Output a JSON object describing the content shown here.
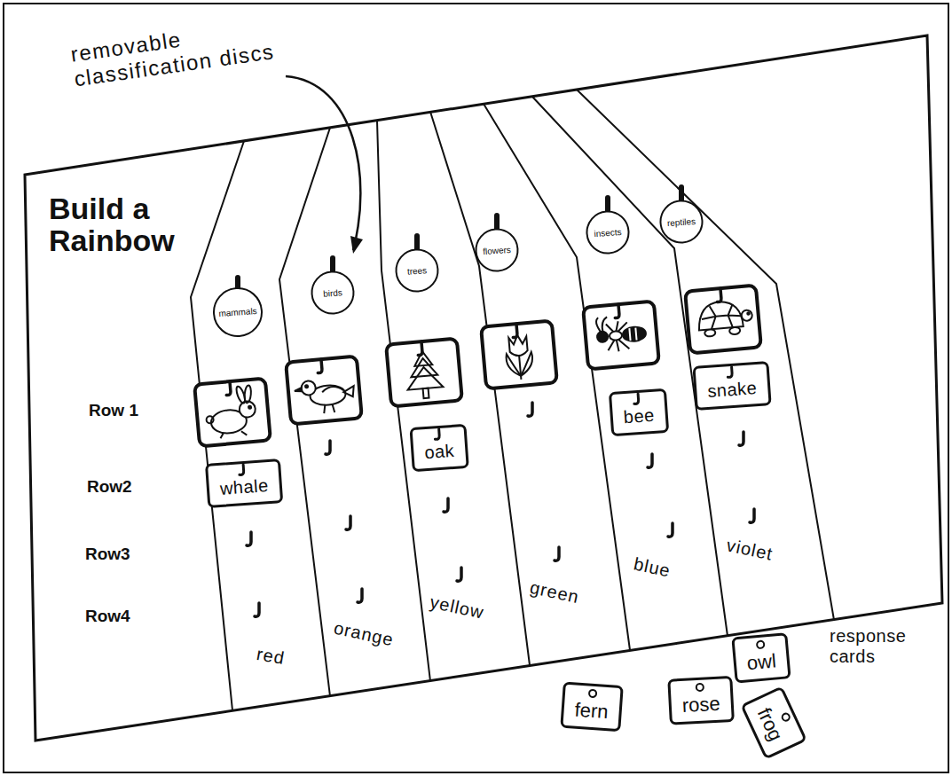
{
  "diagram": {
    "title": "Build a Rainbow",
    "nodes": [
      {
        "text": [
          "mammals"
        ]
      },
      {
        "text": [
          "birds"
        ]
      },
      {
        "text": [
          "trees"
        ]
      },
      {
        "text": [
          "flowers"
        ]
      },
      {
        "text": [
          "insects"
        ]
      },
      {
        "text": [
          "reptiles"
        ]
      },
      {
        "text": [
          "whale"
        ]
      },
      {
        "text": [
          "oak"
        ]
      },
      {
        "text": [
          "bee"
        ]
      },
      {
        "text": [
          "snake"
        ]
      },
      {
        "text": [
          "fern"
        ]
      },
      {
        "text": [
          "rose"
        ]
      },
      {
        "text": [
          "owl"
        ]
      },
      {
        "text": [
          "frog"
        ]
      }
    ],
    "labels": [
      "removable classification discs",
      "Row 1",
      "Row2",
      "Row3",
      "Row4",
      "red",
      "orange",
      "yellow",
      "green",
      "blue",
      "violet",
      "response cards"
    ]
  }
}
